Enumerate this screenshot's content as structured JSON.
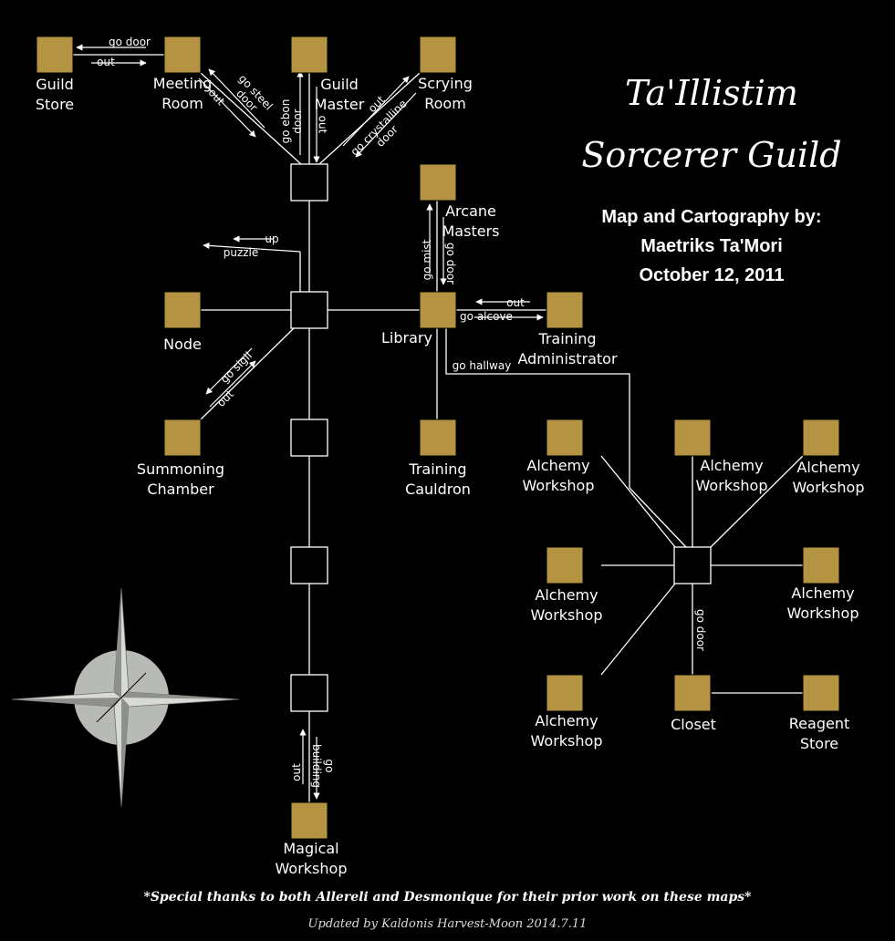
{
  "title": {
    "line1": "Ta'Illistim",
    "line2": "Sorcerer Guild"
  },
  "credits": {
    "line1": "Map and Cartography by:",
    "line2": "Maetriks Ta'Mori",
    "line3": "October 12, 2011"
  },
  "footer": {
    "thanks": "*Special thanks to both Allereli and Desmonique for their prior work on these maps*",
    "updated": "Updated by Kaldonis Harvest-Moon 2014.7.11"
  },
  "rooms": {
    "guild_store": "Guild\nStore",
    "meeting_room": "Meeting\nRoom",
    "guild_master": "Guild\nMaster",
    "scrying_room": "Scrying\nRoom",
    "arcane_masters": "Arcane\nMasters",
    "node": "Node",
    "library": "Library",
    "training_administrator": "Training\nAdministrator",
    "summoning_chamber": "Summoning\nChamber",
    "training_cauldron": "Training\nCauldron",
    "alchemy_1": "Alchemy\nWorkshop",
    "alchemy_2": "Alchemy\nWorkshop",
    "alchemy_3": "Alchemy\nWorkshop",
    "alchemy_4": "Alchemy\nWorkshop",
    "alchemy_5": "Alchemy\nWorkshop",
    "alchemy_6": "Alchemy\nWorkshop",
    "closet": "Closet",
    "reagent_store": "Reagent\nStore",
    "magical_workshop": "Magical\nWorkshop"
  },
  "paths": {
    "go_door_top": "go door",
    "out_top": "out",
    "go_steel_door": "go steel\ndoor",
    "out_meeting": "out",
    "go_ebon_door": "go ebon\ndoor",
    "out_master": "out",
    "go_crystalline_door": "go crystalline\ndoor",
    "out_scrying": "out",
    "up": "up",
    "puzzle": "puzzle",
    "go_mist": "go mist",
    "go_door_arcane": "go door",
    "out_training": "out",
    "go_alcove": "go alcove",
    "go_hallway": "go hallway",
    "go_sigil": "go sigil",
    "out_summoning": "out",
    "go_door_closet": "go door",
    "out_magical": "out",
    "go_building": "go building"
  },
  "colors": {
    "room_fill": "#b49443",
    "background": "#000000",
    "line": "#ffffff",
    "compass": "#b8bab5"
  }
}
